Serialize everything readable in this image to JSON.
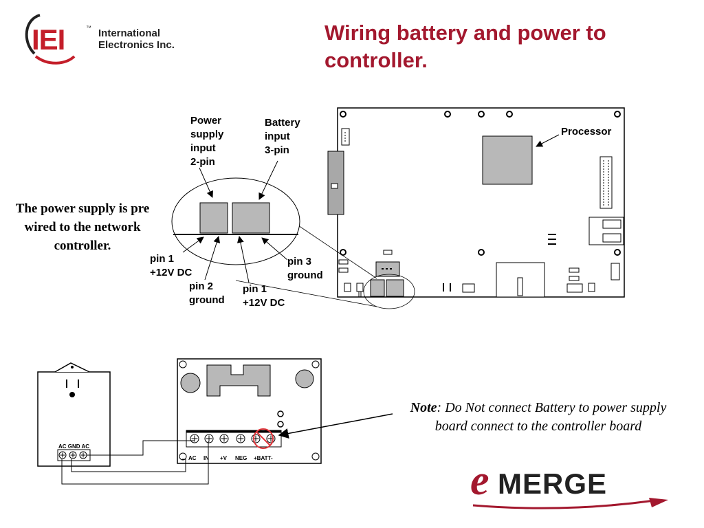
{
  "header": {
    "logo_mark": "IEI",
    "logo_tm": "™",
    "company_line1": "International",
    "company_line2": "Electronics Inc.",
    "title": "Wiring battery and power to controller."
  },
  "left_note": "The power supply is pre wired to the network controller.",
  "board_labels": {
    "power_supply_input": [
      "Power",
      "supply",
      "input",
      "2-pin"
    ],
    "battery_input": [
      "Battery",
      "input",
      "3-pin"
    ],
    "processor": "Processor",
    "pin1_left": [
      "pin 1",
      "+12V DC"
    ],
    "pin2": [
      "pin 2",
      "ground"
    ],
    "pin1_right": [
      "pin 1",
      "+12V DC"
    ],
    "pin3": [
      "pin 3",
      "ground"
    ]
  },
  "transformer_label": "AC GND AC",
  "psu_terminal_labels": [
    "AC",
    "IN",
    "+V",
    "NEG",
    "+BATT-"
  ],
  "note": {
    "bold": "Note",
    "text": ": Do Not connect Battery to power supply board connect to the controller board"
  },
  "footer_logo": {
    "first_letter": "e",
    "rest": "MERGE"
  },
  "colors": {
    "title": "#a3182e",
    "logo_red": "#c41e2a",
    "warning_red": "#e0353a",
    "board_gray": "#b8b8b8"
  }
}
